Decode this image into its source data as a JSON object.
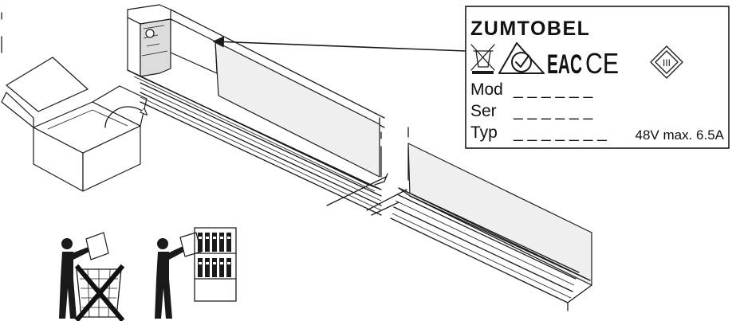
{
  "label": {
    "brand": "ZUMTOBEL",
    "symbols": {
      "weee": "weee-crossed-bin-icon",
      "rcm": "rcm-check-mark-icon",
      "eac": "EAC",
      "ce": "CE",
      "class3": "III"
    },
    "fields": [
      {
        "name": "Mod",
        "placeholder": "_ _ _ _ _ _"
      },
      {
        "name": "Ser",
        "placeholder": "_ _ _ _ _ _"
      },
      {
        "name": "Typ",
        "placeholder": "_ _ _ _ _ _ _"
      }
    ],
    "rating": "48V max. 6.5A"
  },
  "colors": {
    "line": "#1a1a1a",
    "profile_face": "#efefef",
    "profile_shade": "#dcdcdc",
    "background": "#ffffff"
  },
  "icons": [
    "open-box-icon",
    "unpack-arrow-icon",
    "no-disposal-person-icon",
    "keep-documents-person-icon",
    "profile-rail",
    "label-pointer-arrow"
  ]
}
